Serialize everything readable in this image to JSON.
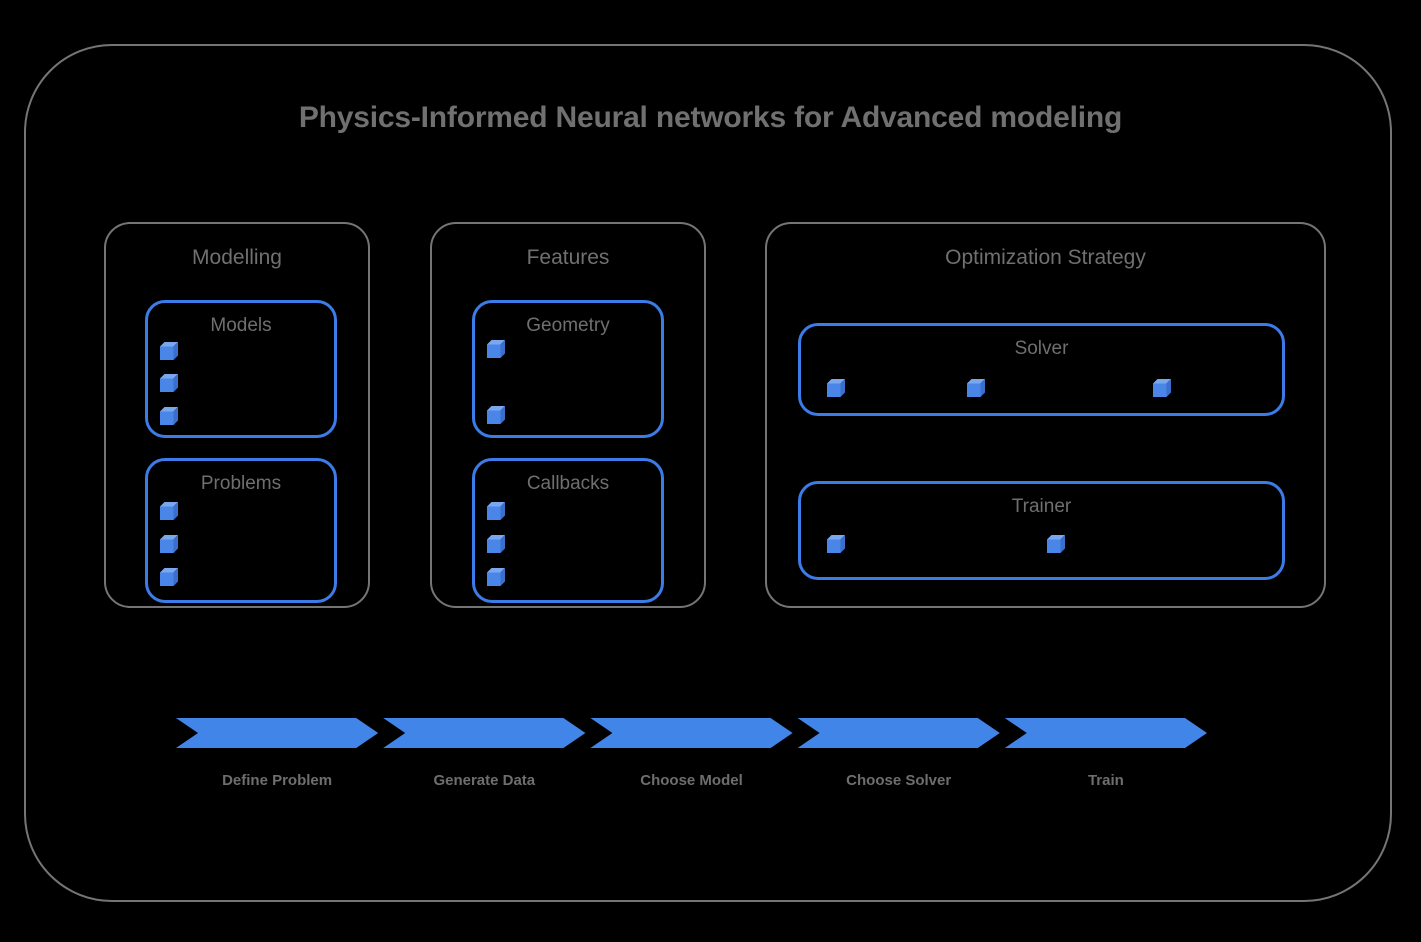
{
  "title": "Physics-Informed Neural networks for Advanced modeling",
  "colors": {
    "background": "#000000",
    "frame_border": "#757575",
    "text_gray": "#707070",
    "accent_blue": "#4285e8",
    "blue_border": "#3b7ce8",
    "cube_front": "#4a86e8",
    "cube_top": "#7aa8ef",
    "cube_side": "#3a6fcc"
  },
  "groups": [
    {
      "id": "modelling",
      "title": "Modelling",
      "boxes": [
        {
          "id": "models",
          "title": "Models",
          "item_count": 3
        },
        {
          "id": "problems",
          "title": "Problems",
          "item_count": 3
        }
      ]
    },
    {
      "id": "features",
      "title": "Features",
      "boxes": [
        {
          "id": "geometry",
          "title": "Geometry",
          "item_count": 2
        },
        {
          "id": "callbacks",
          "title": "Callbacks",
          "item_count": 3
        }
      ]
    },
    {
      "id": "optimization",
      "title": "Optimization Strategy",
      "boxes": [
        {
          "id": "solver",
          "title": "Solver",
          "item_count": 3
        },
        {
          "id": "trainer",
          "title": "Trainer",
          "item_count": 2
        }
      ]
    }
  ],
  "pipeline": {
    "steps": [
      {
        "label": "Define Problem"
      },
      {
        "label": "Generate Data"
      },
      {
        "label": "Choose Model"
      },
      {
        "label": "Choose Solver"
      },
      {
        "label": "Train"
      }
    ]
  },
  "icons": {
    "cube": "cube-3d-icon"
  }
}
